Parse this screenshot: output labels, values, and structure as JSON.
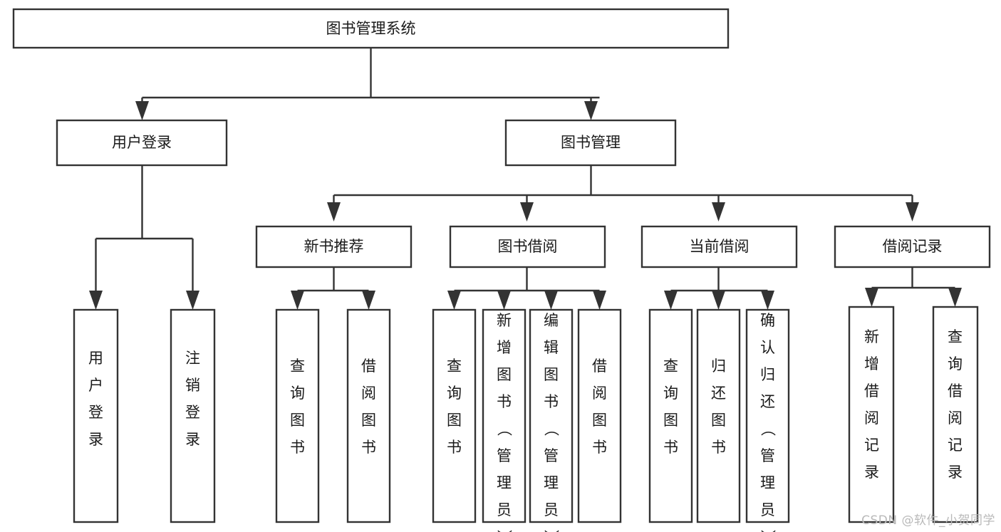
{
  "diagram": {
    "title": "图书管理系统",
    "type": "tree",
    "root": {
      "id": "root",
      "label": "图书管理系统",
      "orientation": "horizontal"
    },
    "level2": [
      {
        "id": "user-login",
        "label": "用户登录",
        "orientation": "horizontal"
      },
      {
        "id": "book-manage",
        "label": "图书管理",
        "orientation": "horizontal"
      }
    ],
    "level3": [
      {
        "id": "new-book-recommend",
        "label": "新书推荐",
        "parent": "book-manage",
        "orientation": "horizontal"
      },
      {
        "id": "book-borrow",
        "label": "图书借阅",
        "parent": "book-manage",
        "orientation": "horizontal"
      },
      {
        "id": "current-borrow",
        "label": "当前借阅",
        "parent": "book-manage",
        "orientation": "horizontal"
      },
      {
        "id": "borrow-record",
        "label": "借阅记录",
        "parent": "book-manage",
        "orientation": "horizontal"
      }
    ],
    "leaves": [
      {
        "id": "leaf-user-login",
        "label": "用户登录",
        "parent": "user-login",
        "orientation": "vertical"
      },
      {
        "id": "leaf-logout",
        "label": "注销登录",
        "parent": "user-login",
        "orientation": "vertical"
      },
      {
        "id": "leaf-query-book-1",
        "label": "查询图书",
        "parent": "new-book-recommend",
        "orientation": "vertical"
      },
      {
        "id": "leaf-borrow-book-1",
        "label": "借阅图书",
        "parent": "new-book-recommend",
        "orientation": "vertical"
      },
      {
        "id": "leaf-query-book-2",
        "label": "查询图书",
        "parent": "book-borrow",
        "orientation": "vertical"
      },
      {
        "id": "leaf-add-book",
        "label": "新增图书（管理员）",
        "parent": "book-borrow",
        "orientation": "vertical"
      },
      {
        "id": "leaf-edit-book",
        "label": "编辑图书（管理员）",
        "parent": "book-borrow",
        "orientation": "vertical"
      },
      {
        "id": "leaf-borrow-book-2",
        "label": "借阅图书",
        "parent": "book-borrow",
        "orientation": "vertical"
      },
      {
        "id": "leaf-query-book-3",
        "label": "查询图书",
        "parent": "current-borrow",
        "orientation": "vertical"
      },
      {
        "id": "leaf-return-book",
        "label": "归还图书",
        "parent": "current-borrow",
        "orientation": "vertical"
      },
      {
        "id": "leaf-confirm-return",
        "label": "确认归还（管理员）",
        "parent": "current-borrow",
        "orientation": "vertical"
      },
      {
        "id": "leaf-add-record",
        "label": "新增借阅记录",
        "parent": "borrow-record",
        "orientation": "vertical"
      },
      {
        "id": "leaf-query-record",
        "label": "查询借阅记录",
        "parent": "borrow-record",
        "orientation": "vertical"
      }
    ],
    "colors": {
      "box_stroke": "#333333",
      "box_fill": "#ffffff",
      "text": "#1a1a1a",
      "background": "#ffffff",
      "watermark": "#b9b9b9"
    }
  },
  "watermark": {
    "text": "CSDN @软件_小贺同学"
  }
}
